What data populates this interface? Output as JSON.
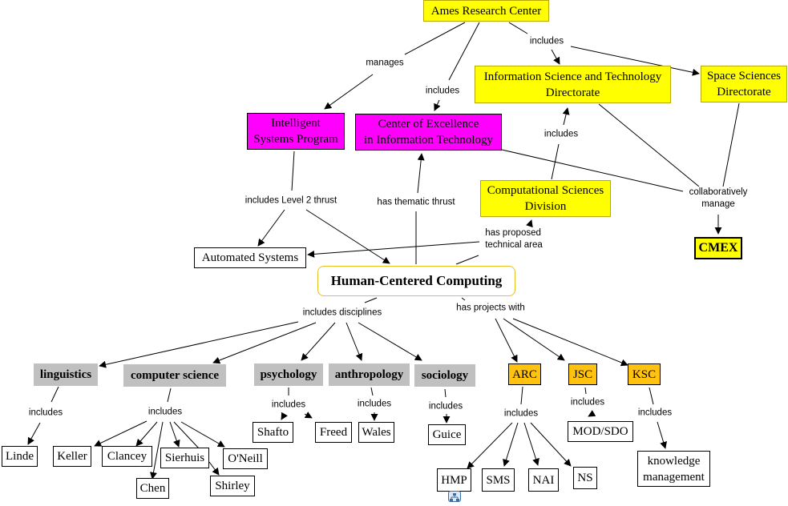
{
  "nodes": {
    "ames": "Ames Research Center",
    "isp": "Intelligent\nSystems Program",
    "coe": "Center of Excellence\nin Information Technology",
    "istd": "Information Science and Technology\nDirectorate",
    "ssd": "Space Sciences\nDirectorate",
    "csd": "Computational Sciences\nDivision",
    "cmex": "CMEX",
    "auto": "Automated Systems",
    "hcc": "Human-Centered Computing",
    "linguistics": "linguistics",
    "cs": "computer science",
    "psychology": "psychology",
    "anthropology": "anthropology",
    "sociology": "sociology",
    "arc": "ARC",
    "jsc": "JSC",
    "ksc": "KSC",
    "linde": "Linde",
    "keller": "Keller",
    "clancey": "Clancey",
    "chen": "Chen",
    "sierhuis": "Sierhuis",
    "shirley": "Shirley",
    "oneill": "O'Neill",
    "shafto": "Shafto",
    "freed": "Freed",
    "wales": "Wales",
    "guice": "Guice",
    "hmp": "HMP",
    "sms": "SMS",
    "nai": "NAI",
    "ns": "NS",
    "modsdo": "MOD/SDO",
    "km": "knowledge\nmanagement"
  },
  "links": {
    "manages": "manages",
    "includes_coe": "includes",
    "includes_istd": "includes",
    "includes_csd": "includes",
    "collab": "collaboratively\nmanage",
    "level2": "includes Level 2 thrust",
    "thematic": "has thematic thrust",
    "proposed": "has proposed\ntechnical area",
    "disciplines": "includes disciplines",
    "projects": "has projects with",
    "inc_ling": "includes",
    "inc_cs": "includes",
    "inc_psy": "includes",
    "inc_anth": "includes",
    "inc_soc": "includes",
    "inc_arc": "includes",
    "inc_jsc": "includes",
    "inc_ksc": "includes"
  },
  "colors": {
    "organization": "#ffff00",
    "program": "#ff00ff",
    "discipline": "#c0c0c0",
    "center": "#ffc20e",
    "line": "#000000"
  },
  "icons": {
    "hmp_attachment": "submap-icon"
  }
}
